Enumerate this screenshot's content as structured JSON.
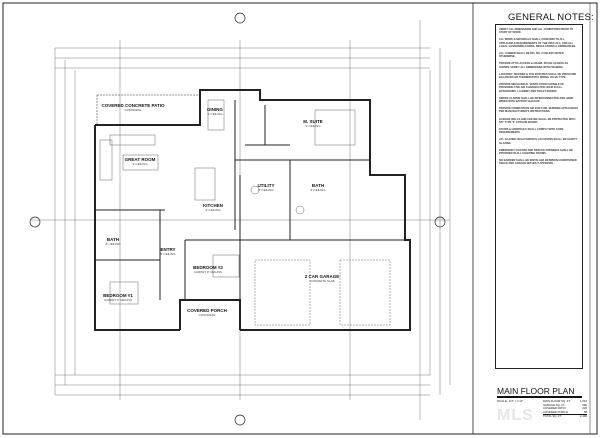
{
  "sheet": {
    "general_notes_title": "GENERAL NOTES:",
    "general_notes": [
      "VERIFY ALL DIMENSIONS AND ALL CONDITIONS PRIOR TO START OF WORK.",
      "ALL WORK & MATERIALS SHALL CONFORM TO ALL APPLICABLE REQUIREMENTS OF THE 2018 I.R.C. AND ALL LOCAL GOVERNING CODES, REGULATIONS & ORDINANCES.",
      "ALL LUMBER SHALL BE DFL NO. 2 UNLESS NOTED OTHERWISE.",
      "PROVIDE ATTIC ACCESS & CRAWL SPACE ACCESS AS SHOWN. VERIFY ALL DIMENSIONS WITH FRAMING.",
      "LAVATORY, SHOWER & TUB FIXTURES SHALL BE PRESSURE BALANCED OR THERMOSTATIC MIXING VALVE TYPE.",
      "PROVIDE MECHANICAL VENTILATION CAPABLE OF PROVIDING FIVE AIR CHANGES PER HOUR IN ALL BATHROOMS, LAUNDRY AND TOILET ROOMS.",
      "SMOKE ALARMS SHALL BE INTERCONNECTED AND HARD WIRED WITH BATTERY BACKUP.",
      "PROVIDE COMBUSTION AIR FOR FUEL BURNING APPLIANCES PER MANUFACTURER'S INSTRUCTIONS.",
      "GARAGE WALLS AND CEILING SHALL BE PROTECTED WITH 5/8\" TYPE 'X' GYPSUM BOARD.",
      "STAIRS & HANDRAILS SHALL COMPLY WITH CODE REQUIREMENTS.",
      "ALL GLAZING IN HAZARDOUS LOCATIONS SHALL BE SAFETY GLAZING.",
      "EMERGENCY ESCAPE AND RESCUE OPENINGS SHALL BE PROVIDED IN ALL SLEEPING ROOMS.",
      "NO BARRIER SHALL BE INSTALLED BETWEEN CONDITIONED SPACE AND GARAGE WITHOUT APPROVAL."
    ],
    "plan_title": "MAIN FLOOR PLAN",
    "scale": "SCALE: 1/4\" = 1'-0\"",
    "area_table": [
      {
        "label": "MAIN FLOOR SQ. FT.",
        "value": "1,616"
      },
      {
        "label": "GARAGE SQ. FT.",
        "value": "590"
      },
      {
        "label": "COVERED PATIO",
        "value": "226"
      },
      {
        "label": "COVERED PORCH",
        "value": "58"
      },
      {
        "label": "TOTAL SQ. FT.",
        "value": "2,490"
      }
    ],
    "watermark": "MLS"
  },
  "rooms": {
    "patio": {
      "name": "COVERED CONCRETE PATIO",
      "sub": "CONCRETE"
    },
    "dining": {
      "name": "DINING",
      "sub": "9' CEILING"
    },
    "great_room": {
      "name": "GREAT ROOM",
      "sub": "9' CEILING"
    },
    "kitchen": {
      "name": "KITCHEN",
      "sub": "9' CEILING"
    },
    "m_suite": {
      "name": "M. SUITE",
      "sub": "9' CEILING"
    },
    "utility": {
      "name": "UTILITY",
      "sub": "8' CEILING"
    },
    "m_bath": {
      "name": "BATH",
      "sub": "8' CEILING"
    },
    "garage": {
      "name": "2 CAR GARAGE",
      "sub": "CONCRETE SLAB"
    },
    "bath2": {
      "name": "BATH",
      "sub": "8' CEILING"
    },
    "entry": {
      "name": "ENTRY",
      "sub": "9' CEILING"
    },
    "bedroom1": {
      "name": "BEDROOM #1",
      "sub": "CARPET 9' CEILING"
    },
    "bedroom2": {
      "name": "BEDROOM #2",
      "sub": "CARPET 9' CEILING"
    },
    "porch": {
      "name": "COVERED PORCH",
      "sub": "CONCRETE"
    }
  }
}
